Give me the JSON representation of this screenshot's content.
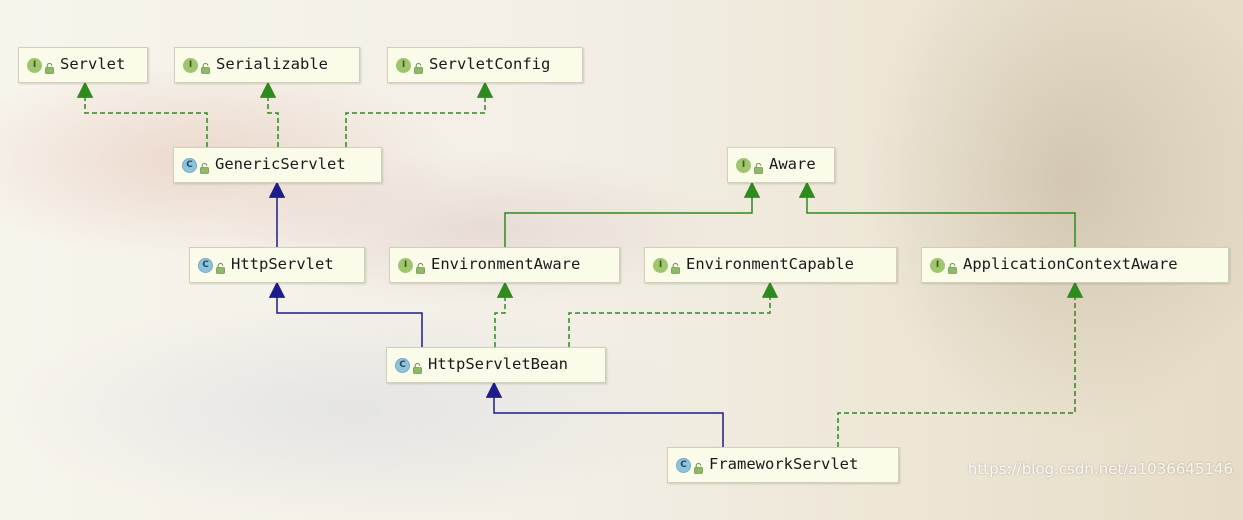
{
  "diagram": {
    "nodes": [
      {
        "id": "servlet",
        "kind": "I",
        "label": "Servlet"
      },
      {
        "id": "serializable",
        "kind": "I",
        "label": "Serializable"
      },
      {
        "id": "servletconfig",
        "kind": "I",
        "label": "ServletConfig"
      },
      {
        "id": "genericservlet",
        "kind": "C",
        "label": "GenericServlet"
      },
      {
        "id": "aware",
        "kind": "I",
        "label": "Aware"
      },
      {
        "id": "httpservlet",
        "kind": "C",
        "label": "HttpServlet"
      },
      {
        "id": "environmentaware",
        "kind": "I",
        "label": "EnvironmentAware"
      },
      {
        "id": "environmentcapable",
        "kind": "I",
        "label": "EnvironmentCapable"
      },
      {
        "id": "applicationcontextaware",
        "kind": "I",
        "label": "ApplicationContextAware"
      },
      {
        "id": "httpservletbean",
        "kind": "C",
        "label": "HttpServletBean"
      },
      {
        "id": "frameworkservlet",
        "kind": "C",
        "label": "FrameworkServlet"
      }
    ],
    "relations": [
      {
        "from": "genericservlet",
        "to": "servlet",
        "type": "implements"
      },
      {
        "from": "genericservlet",
        "to": "serializable",
        "type": "implements"
      },
      {
        "from": "genericservlet",
        "to": "servletconfig",
        "type": "implements"
      },
      {
        "from": "httpservlet",
        "to": "genericservlet",
        "type": "extends"
      },
      {
        "from": "environmentaware",
        "to": "aware",
        "type": "extends-interface"
      },
      {
        "from": "applicationcontextaware",
        "to": "aware",
        "type": "extends-interface"
      },
      {
        "from": "httpservletbean",
        "to": "httpservlet",
        "type": "extends"
      },
      {
        "from": "httpservletbean",
        "to": "environmentaware",
        "type": "implements"
      },
      {
        "from": "httpservletbean",
        "to": "environmentcapable",
        "type": "implements"
      },
      {
        "from": "frameworkservlet",
        "to": "httpservletbean",
        "type": "extends"
      },
      {
        "from": "frameworkservlet",
        "to": "applicationcontextaware",
        "type": "implements"
      }
    ],
    "colors": {
      "extends": "#1c1c8c",
      "implements": "#2f8a1e",
      "extends-interface": "#2f8a1e",
      "node_fill": "#fbfbe9",
      "interface_badge": "#9fc56e",
      "class_badge": "#8fc3dc"
    },
    "icons": {
      "interface": "interface-badge-icon",
      "class": "class-badge-icon",
      "visibility": "open-lock-icon"
    }
  },
  "watermark": "https://blog.csdn.net/a1036645146"
}
